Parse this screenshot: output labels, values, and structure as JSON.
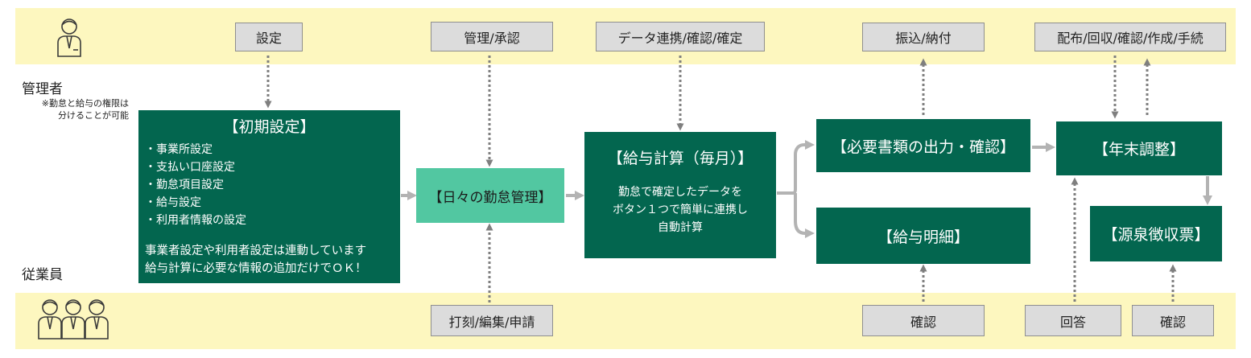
{
  "roles": {
    "manager": "管理者",
    "manager_note": [
      "※勤怠と給与の権限は",
      "分けることが可能"
    ],
    "employee": "従業員"
  },
  "manager_actions": {
    "setup": "設定",
    "manage": "管理/承認",
    "data_link": "データ連携/確認/確定",
    "transfer": "振込/納付",
    "distribute": "配布/回収/確認/作成/手続"
  },
  "employee_actions": {
    "clock": "打刻/編集/申請",
    "confirm_payslip": "確認",
    "answer": "回答",
    "confirm_withholding": "確認"
  },
  "process": {
    "initial": {
      "title": "【初期設定】",
      "items": [
        "・事業所設定",
        "・支払い口座設定",
        "・勤怠項目設定",
        "・給与設定",
        "・利用者情報の設定"
      ],
      "footer": [
        "事業者設定や利用者設定は連動しています",
        "給与計算に必要な情報の追加だけでＯＫ！"
      ]
    },
    "daily": "【日々の勤怠管理】",
    "payroll": {
      "title": "【給与計算（毎月）】",
      "desc": [
        "勤怠で確定したデータを",
        "ボタン１つで簡単に連携し",
        "自動計算"
      ]
    },
    "documents": "【必要書類の出力・確認】",
    "payslip": "【給与明細】",
    "year_end": "【年末調整】",
    "withholding": "【源泉徴収票】"
  },
  "colors": {
    "band": "#fdf7bf",
    "dark_green": "#03664f",
    "light_green": "#52c7a1",
    "arrow": "#b3b3b3",
    "dotted": "#7f7f7f"
  }
}
